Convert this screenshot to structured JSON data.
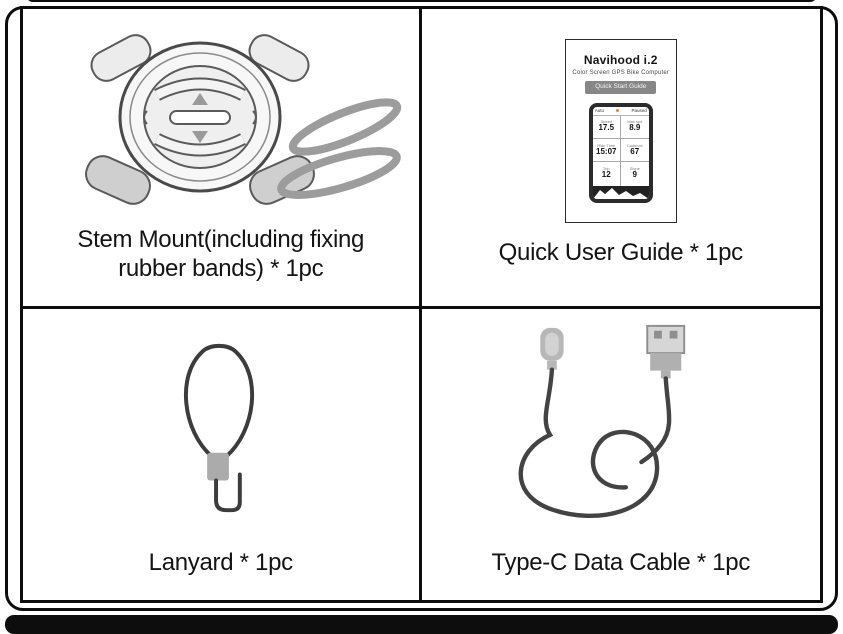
{
  "colors": {
    "frame": "#0d0d0d",
    "band_gray": "#9c9c9c",
    "connector_gray": "#b7b7b7",
    "accent_orange": "#e2862c"
  },
  "items": {
    "stem_mount": {
      "caption_lines": [
        "Stem Mount(including fixing",
        "rubber bands) * 1pc"
      ]
    },
    "user_guide": {
      "caption": "Quick User Guide * 1pc"
    },
    "lanyard": {
      "caption": "Lanyard * 1pc"
    },
    "data_cable": {
      "caption": "Type-C Data Cable * 1pc"
    }
  },
  "guide_card": {
    "title": "Navihood i.2",
    "subtitle": "Color Screen GPS Bike Computer",
    "button_label": "Quick Start Guide",
    "device_screen": {
      "header_left": "Auto",
      "header_right": "Paused",
      "fields": [
        {
          "label": "Speed",
          "value": "17.5"
        },
        {
          "label": "Max spd",
          "value": "8.9"
        },
        {
          "label": "Ride Time",
          "value": "15:07"
        },
        {
          "label": "Cadence",
          "value": "67"
        },
        {
          "label": "Trip",
          "value": "12"
        },
        {
          "label": "Slope",
          "value": "9"
        }
      ]
    }
  }
}
